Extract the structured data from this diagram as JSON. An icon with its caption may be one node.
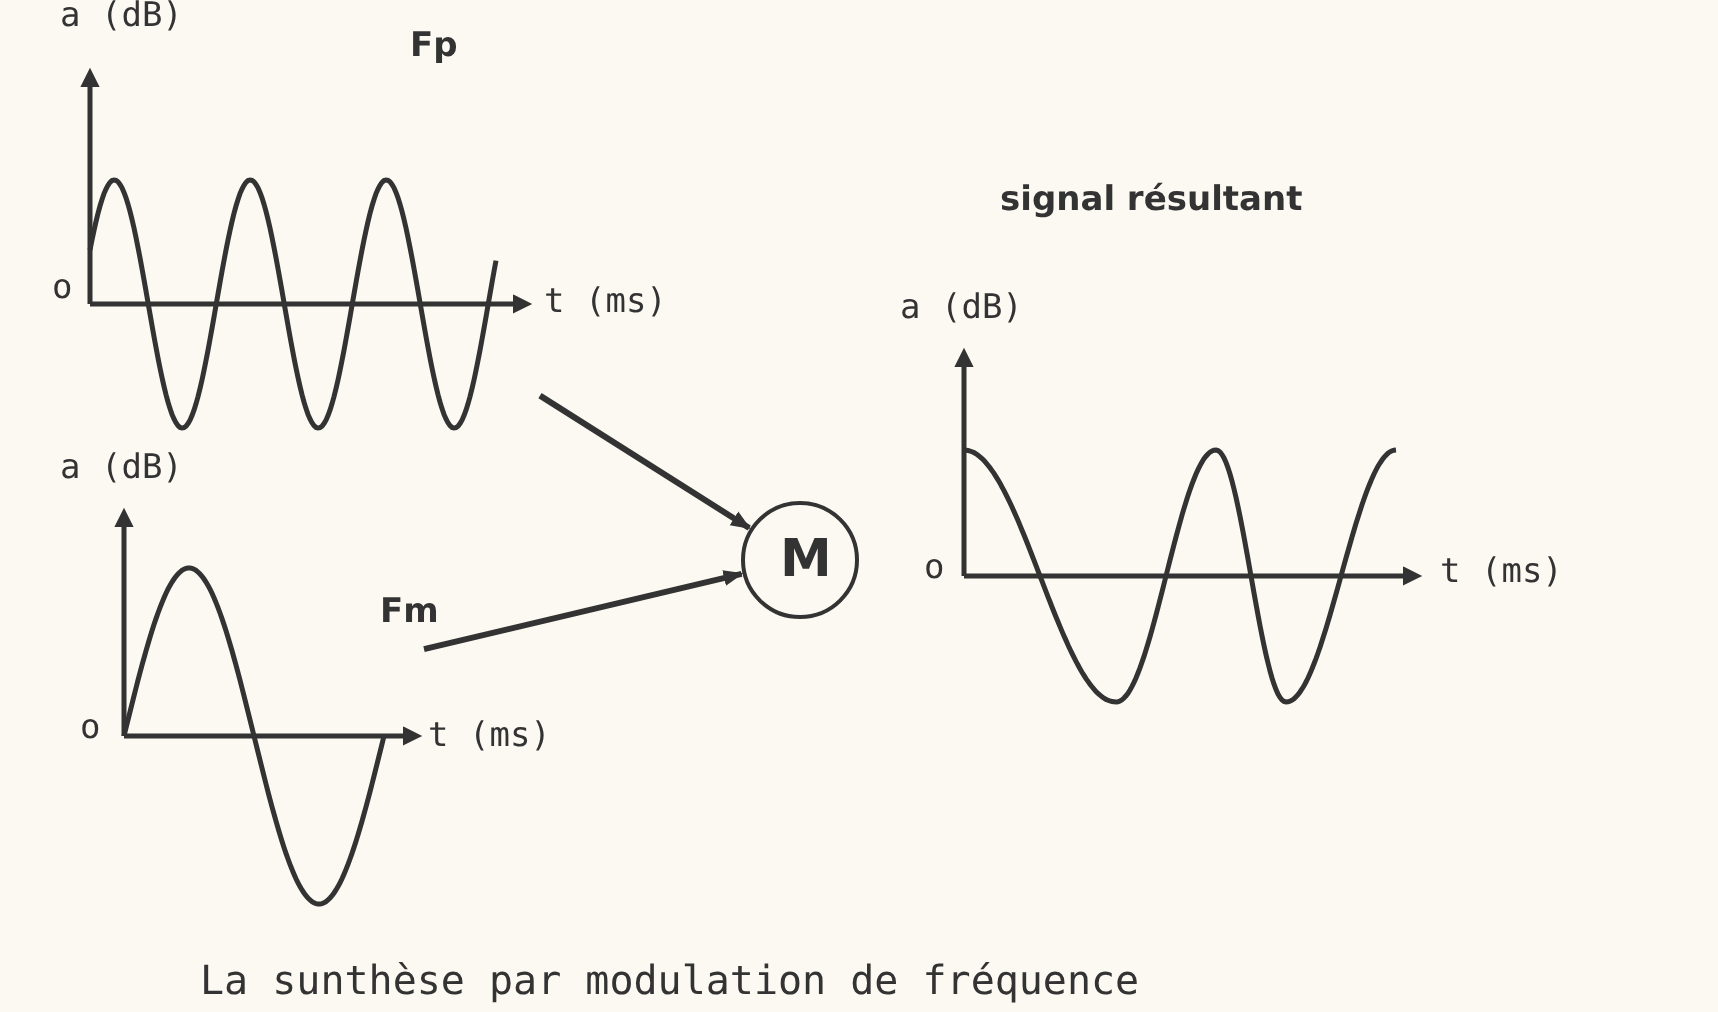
{
  "diagram": {
    "caption": "La sunthèse par modulation de fréquence",
    "nodes": [
      {
        "text": [
          "Fp"
        ],
        "beside": [
          "a (dB)",
          "o",
          "t (ms)"
        ]
      },
      {
        "text": [
          "Fm"
        ],
        "beside": [
          "a (dB)",
          "o",
          "t (ms)"
        ]
      },
      {
        "text": [
          "M"
        ]
      },
      {
        "text": [
          "signal résultant",
          "a (dB)",
          "o"
        ],
        "beside": [
          "t (ms)"
        ]
      }
    ],
    "edges": [
      {
        "from": 0,
        "to": 2,
        "arrow": "to"
      },
      {
        "from": 1,
        "to": 2,
        "arrow": "to"
      }
    ]
  }
}
